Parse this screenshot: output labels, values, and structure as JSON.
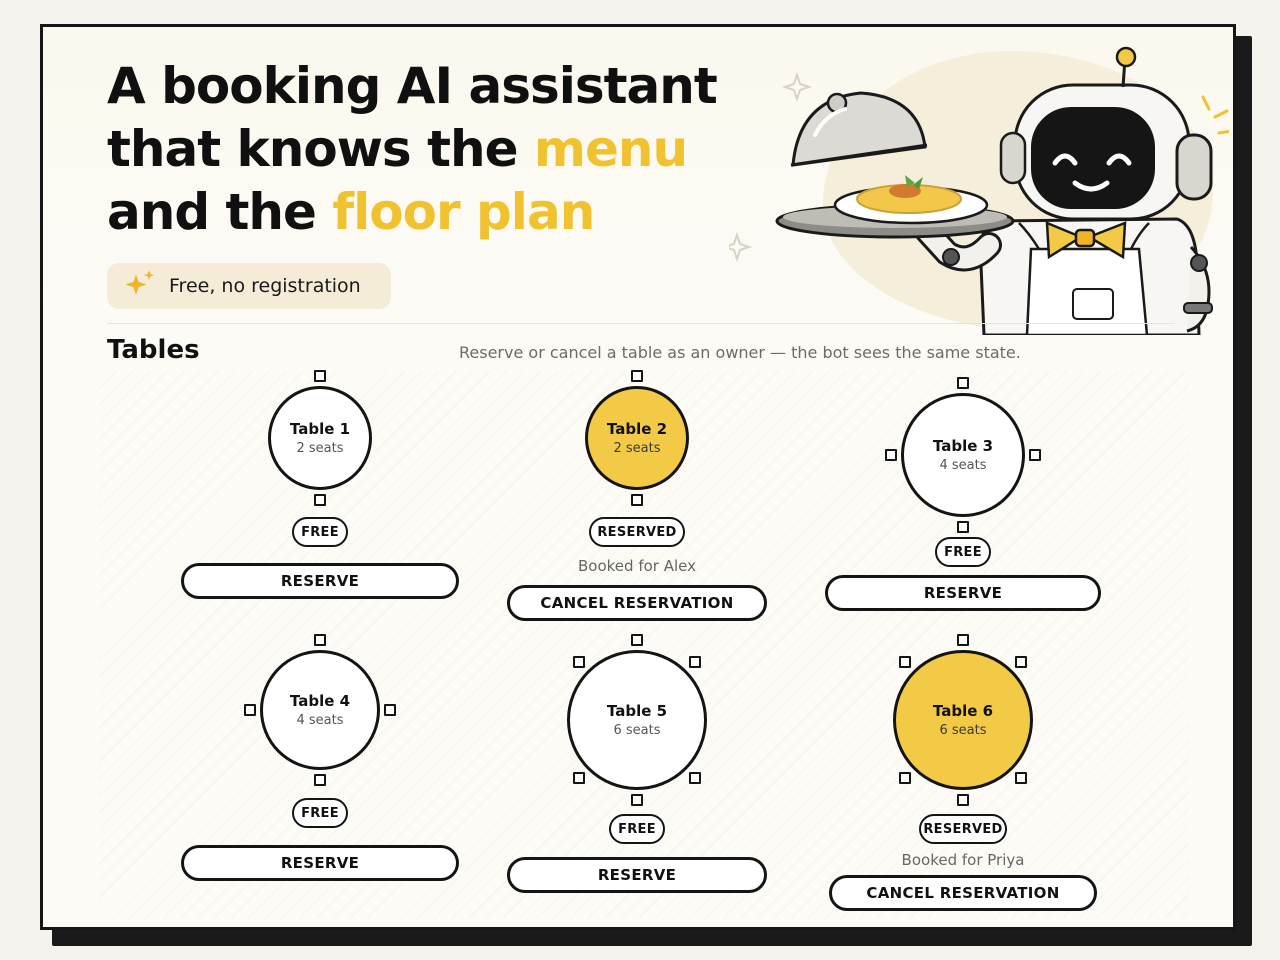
{
  "hero": {
    "title_line1": "A booking AI assistant",
    "title_line2_pre": "that knows the ",
    "title_line2_hl": "menu",
    "title_line3_pre": "and the ",
    "title_line3_hl": "floor plan",
    "badge_text": "Free, no registration"
  },
  "colors": {
    "accent": "#f0c230",
    "reserved_fill": "#f3ca45",
    "ink": "#141414"
  },
  "tables_section": {
    "title": "Tables",
    "subtitle": "Reserve or cancel a table as an owner — the bot sees the same state."
  },
  "tables": [
    {
      "name": "Table 1",
      "seats": "2 seats",
      "status": "FREE",
      "booked_for": "",
      "action": "RESERVE",
      "reserved": false
    },
    {
      "name": "Table 2",
      "seats": "2 seats",
      "status": "RESERVED",
      "booked_for": "Booked for Alex",
      "action": "CANCEL RESERVATION",
      "reserved": true
    },
    {
      "name": "Table 3",
      "seats": "4 seats",
      "status": "FREE",
      "booked_for": "",
      "action": "RESERVE",
      "reserved": false
    },
    {
      "name": "Table 4",
      "seats": "4 seats",
      "status": "FREE",
      "booked_for": "",
      "action": "RESERVE",
      "reserved": false
    },
    {
      "name": "Table 5",
      "seats": "6 seats",
      "status": "FREE",
      "booked_for": "",
      "action": "RESERVE",
      "reserved": false
    },
    {
      "name": "Table 6",
      "seats": "6 seats",
      "status": "RESERVED",
      "booked_for": "Booked for Priya",
      "action": "CANCEL RESERVATION",
      "reserved": true
    }
  ]
}
